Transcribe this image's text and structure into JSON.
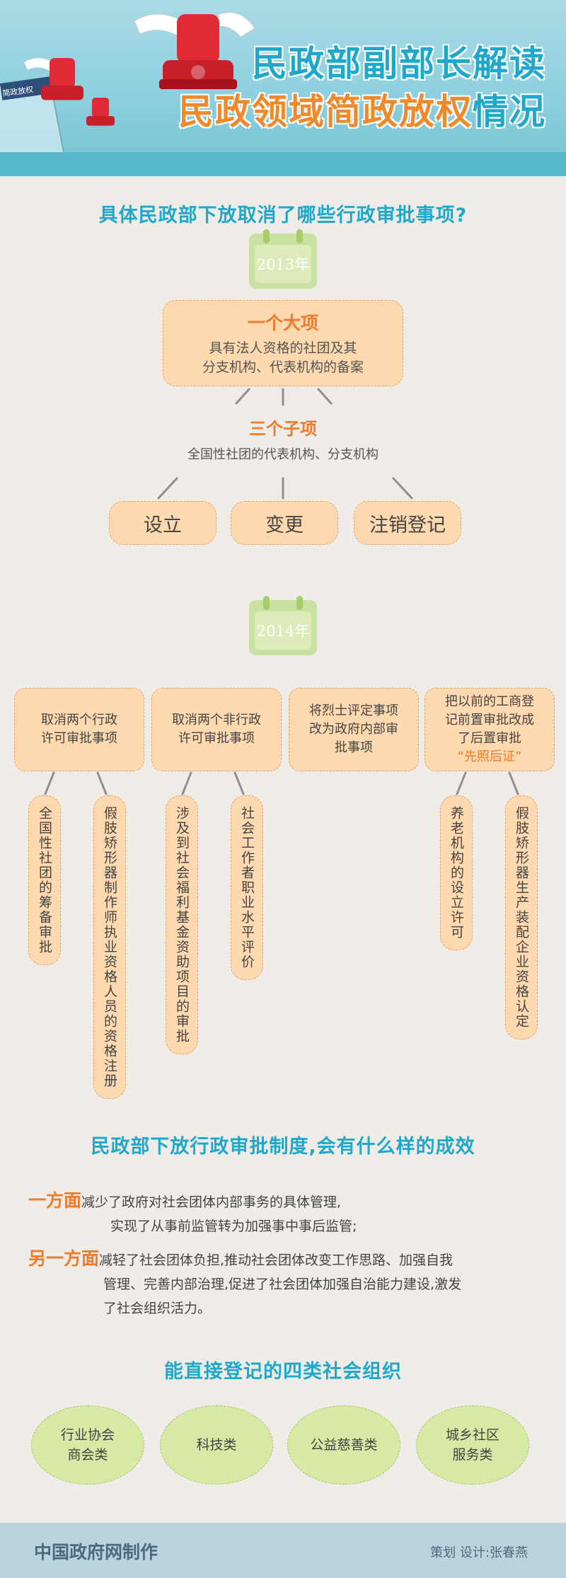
{
  "header": {
    "title_line1": "民政部副部长解读",
    "title_line2_main": "民政领域简政放权",
    "title_line2_tail": "情况",
    "hero_tag": "简政放权"
  },
  "section1": {
    "title": "具体民政部下放取消了哪些行政审批事项?",
    "year_2013": "2013年",
    "major_item": {
      "title": "一个大项",
      "line1": "具有法人资格的社团及其",
      "line2": "分支机构、代表机构的备案"
    },
    "sub_items": {
      "title": "三个子项",
      "text": "全国性社团的代表机构、分支机构",
      "options": [
        "设立",
        "变更",
        "注销登记"
      ]
    },
    "year_2014": "2014年",
    "boxes_2014": [
      {
        "line1": "取消两个行政",
        "line2": "许可审批事项"
      },
      {
        "line1": "取消两个非行政",
        "line2": "许可审批事项"
      },
      {
        "line1": "将烈士评定事项",
        "line2": "改为政府内部审",
        "line3": "批事项"
      },
      {
        "line1": "把以前的工商登",
        "line2": "记前置审批改成",
        "line3": "了后置审批",
        "line4": "“先照后证”"
      }
    ],
    "vertical_items": [
      "全国性社团的筹备审批",
      "假肢矫形器制作师执业资格人员的资格注册",
      "涉及到社会福利基金资助项目的审批",
      "社会工作者职业水平评价",
      "养老机构的设立许可",
      "假肢矫形器生产装配企业资格认定"
    ]
  },
  "section2": {
    "title": "民政部下放行政审批制度,会有什么样的成效",
    "aspect1": {
      "label": "一方面",
      "line1": "减少了政府对社会团体内部事务的具体管理,",
      "line2": "实现了从事前监管转为加强事中事后监管;"
    },
    "aspect2": {
      "label": "另一方面",
      "line1": "减轻了社会团体负担,推动社会团体改变工作思路、加强自我",
      "line2": "管理、完善内部治理,促进了社会团体加强自治能力建设,激发",
      "line3": "了社会组织活力。"
    }
  },
  "section3": {
    "title": "能直接登记的四类社会组织",
    "ovals": [
      {
        "line1": "行业协会",
        "line2": "商会类"
      },
      {
        "line1": "科技类",
        "line2": ""
      },
      {
        "line1": "公益慈善类",
        "line2": ""
      },
      {
        "line1": "城乡社区",
        "line2": "服务类"
      }
    ]
  },
  "footer": {
    "producer": "中国政府网制作",
    "credit": "策划 设计:张春燕"
  },
  "colors": {
    "accent_blue": "#1fa8c9",
    "accent_orange": "#ef7a2a",
    "box_fill": "#fed9af",
    "oval_fill": "#d8e9a6"
  }
}
